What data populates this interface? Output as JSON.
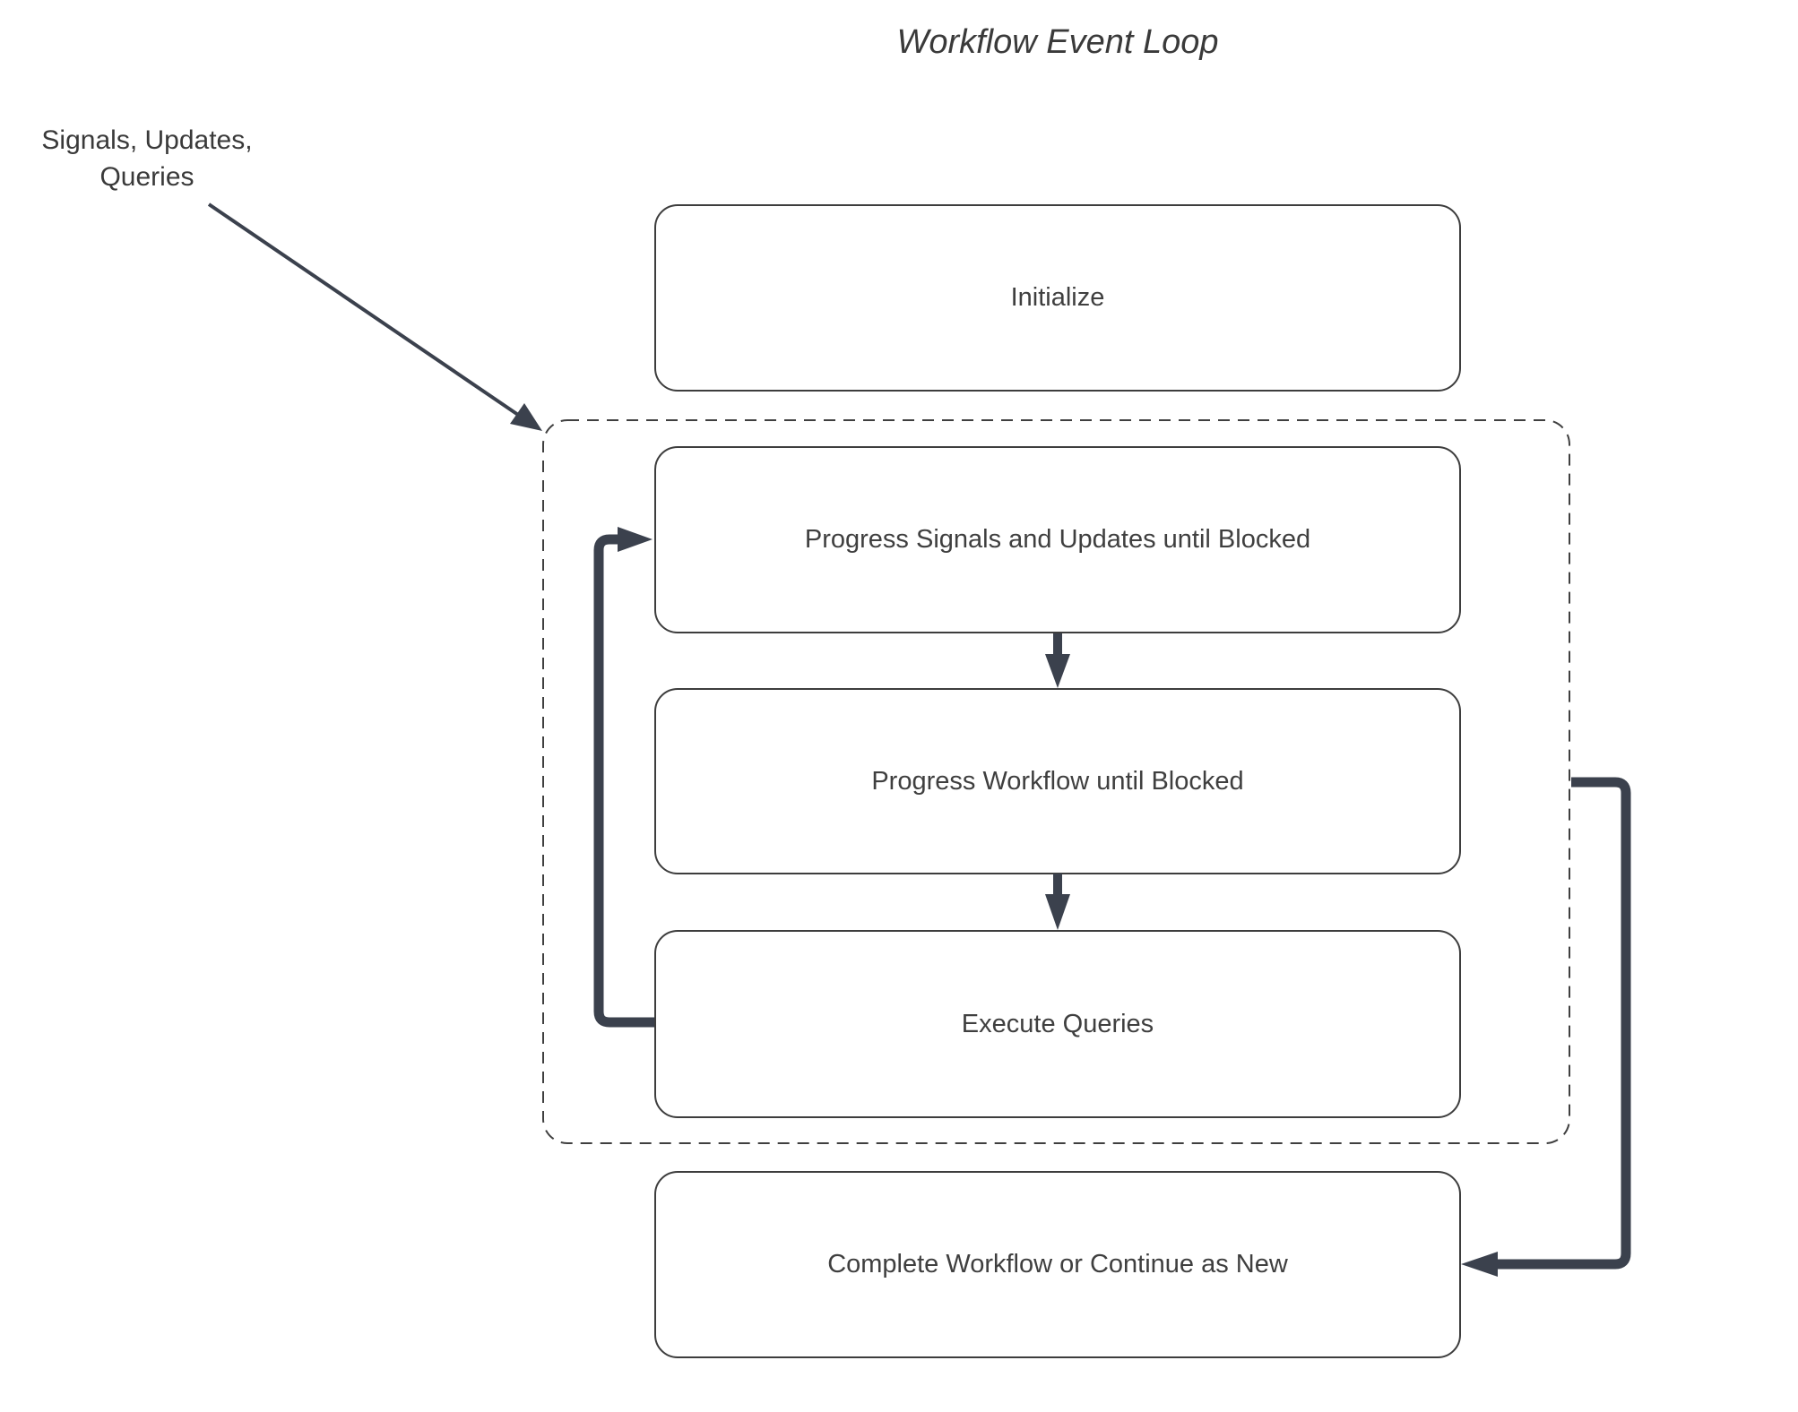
{
  "title": "Workflow Event Loop",
  "annotation": {
    "lines": [
      "Signals, Updates,",
      "Queries"
    ]
  },
  "nodes": {
    "initialize": {
      "label": "Initialize"
    },
    "progress_signals": {
      "label": "Progress Signals and Updates until Blocked"
    },
    "progress_workflow": {
      "label": "Progress Workflow until Blocked"
    },
    "execute_queries": {
      "label": "Execute Queries"
    },
    "complete": {
      "label": "Complete Workflow or Continue as New"
    }
  },
  "colors": {
    "connector": "#3b414d",
    "box_border": "#3d3d3d",
    "dashed_border": "#3f3f3f",
    "text": "#3f3f3f",
    "background": "#ffffff"
  }
}
